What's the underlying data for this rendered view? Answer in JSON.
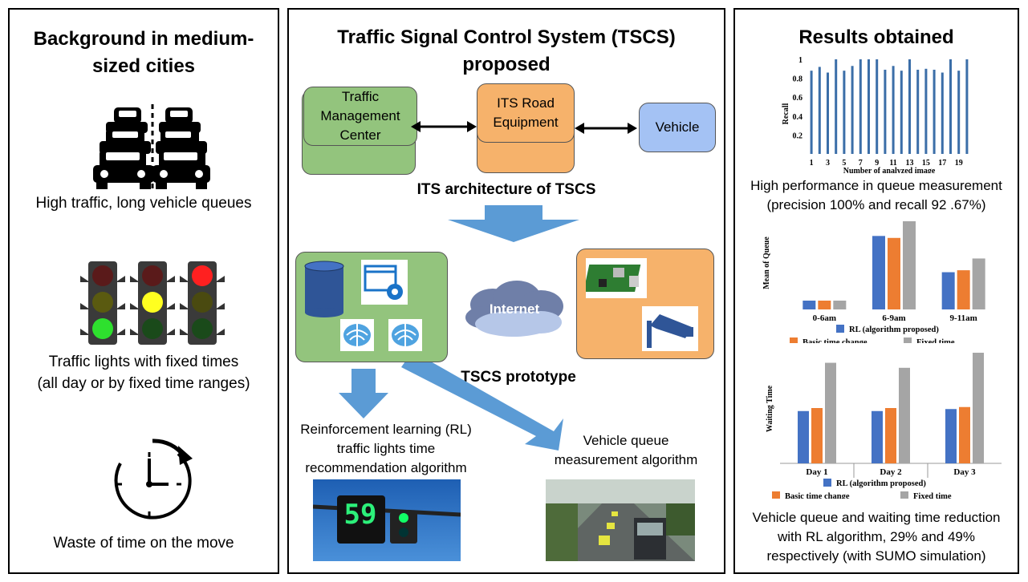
{
  "left": {
    "title": "Background in medium-sized cities",
    "title_line1": "Background in medium-",
    "title_line2": "sized cities",
    "cap1": "High traffic, long vehicle queues",
    "cap2_line1": "Traffic lights with fixed times",
    "cap2_line2": "(all day or by fixed time ranges)",
    "cap3": "Waste of time on the move",
    "icons": [
      "traffic-jam-icon",
      "traffic-light-icon",
      "clock-icon"
    ]
  },
  "middle": {
    "title_line1": "Traffic  Signal Control System (TSCS)",
    "title_line2": "proposed",
    "tmc_line1": "Traffic",
    "tmc_line2": "Management",
    "tmc_line3": "Center",
    "its_line1": "ITS Road",
    "its_line2": "Equipment",
    "vehicle": "Vehicle",
    "arch_label": "ITS architecture of TSCS",
    "internet": "Internet",
    "prototype_label": "TSCS prototype",
    "rl_line1": "Reinforcement learning (RL)",
    "rl_line2": "traffic lights time",
    "rl_line3": "recommendation algorithm",
    "vq_line1": "Vehicle queue",
    "vq_line2": "measurement  algorithm",
    "signal_display": "59",
    "colors": {
      "green_box": "#93c47d",
      "orange_box": "#f6b26b",
      "blue_box": "#a4c2f4",
      "arrow": "#5b9bd5"
    }
  },
  "right": {
    "title": "Results obtained",
    "cap1_line1": "High performance in queue measurement",
    "cap1_line2": "(precision 100% and recall 92 .67%)",
    "cap2_line1": "Vehicle queue and waiting time reduction",
    "cap2_line2": "with RL algorithm, 29% and 49%",
    "cap2_line3": "respectively (with SUMO simulation)",
    "colors": {
      "rl": "#4472c4",
      "basic": "#ed7d31",
      "fixed": "#a5a5a5",
      "recall": "#3b6ea8"
    }
  },
  "chart_data": [
    {
      "type": "bar",
      "ylabel": "Recall",
      "xlabel": "Number of analyzed image",
      "ylim": [
        0,
        1
      ],
      "yticks": [
        "0.2",
        "0.4",
        "0.6",
        "0.8",
        "1"
      ],
      "xtick_labels": [
        "1",
        "3",
        "5",
        "7",
        "9",
        "11",
        "13",
        "15",
        "17",
        "19"
      ],
      "categories": [
        "1",
        "2",
        "3",
        "4",
        "5",
        "6",
        "7",
        "8",
        "9",
        "10",
        "11",
        "12",
        "13",
        "14",
        "15",
        "16",
        "17",
        "18",
        "19"
      ],
      "values": [
        0.88,
        0.92,
        0.86,
        1.0,
        0.88,
        0.93,
        1.0,
        1.0,
        1.0,
        0.89,
        0.93,
        0.88,
        1.0,
        0.89,
        0.9,
        0.89,
        0.86,
        1.0,
        0.88,
        1.0
      ]
    },
    {
      "type": "bar",
      "ylabel": "Mean of Queue",
      "categories": [
        "0-6am",
        "6-9am",
        "9-11am"
      ],
      "series": [
        {
          "name": "RL (algorithm proposed)",
          "values": [
            9,
            75,
            38
          ]
        },
        {
          "name": "Basic time change",
          "values": [
            9,
            73,
            40
          ]
        },
        {
          "name": "Fixed time",
          "values": [
            9,
            90,
            52
          ]
        }
      ],
      "ylim": [
        0,
        90
      ]
    },
    {
      "type": "bar",
      "ylabel": "Waiting Time",
      "categories": [
        "Day 1",
        "Day 2",
        "Day 3"
      ],
      "series": [
        {
          "name": "RL (algorithm proposed)",
          "values": [
            52,
            52,
            54
          ]
        },
        {
          "name": "Basic time change",
          "values": [
            55,
            55,
            56
          ]
        },
        {
          "name": "Fixed time",
          "values": [
            100,
            95,
            110
          ]
        }
      ],
      "ylim": [
        0,
        110
      ]
    }
  ]
}
